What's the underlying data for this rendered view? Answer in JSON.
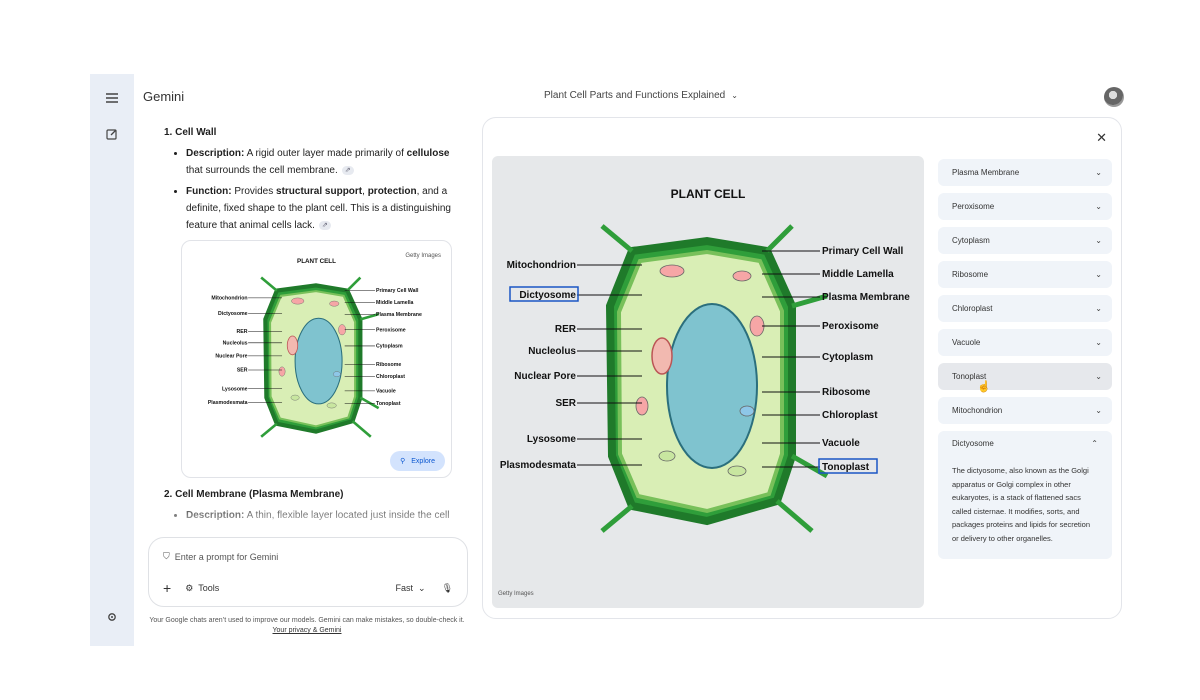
{
  "app": {
    "name": "Gemini"
  },
  "chat": {
    "title": "Plant Cell Parts and Functions Explained"
  },
  "content": {
    "s1_title": "1. Cell Wall",
    "s1_desc_label": "Description:",
    "s1_desc_a": " A rigid outer layer made primarily of ",
    "s1_desc_b": "cellulose",
    "s1_desc_c": " that surrounds the cell membrane.",
    "s1_func_label": "Function:",
    "s1_func_a": " Provides ",
    "s1_func_b": "structural support",
    "s1_func_c": ", ",
    "s1_func_d": "protection",
    "s1_func_e": ", and a definite, fixed shape to the plant cell. This is a distinguishing feature that animal cells lack.",
    "s2_title": "2. Cell Membrane (Plasma Membrane)",
    "s2_desc_label": "Description:",
    "s2_desc_a": " A thin, flexible layer located just inside the cell"
  },
  "image": {
    "title": "PLANT CELL",
    "credit": "Getty Images",
    "explore_label": "Explore",
    "labels_left": [
      "Mitochondrion",
      "Dictyosome",
      "RER",
      "Nucleolus",
      "Nuclear Pore",
      "SER",
      "Lysosome",
      "Plasmodesmata"
    ],
    "labels_right": [
      "Primary Cell Wall",
      "Middle Lamella",
      "Plasma Membrane",
      "Peroxisome",
      "Cytoplasm",
      "Ribosome",
      "Chloroplast",
      "Vacuole",
      "Tonoplast"
    ]
  },
  "prompt": {
    "placeholder": "Enter a prompt for Gemini",
    "tools_label": "Tools",
    "mode_label": "Fast"
  },
  "disclaimer": {
    "text": "Your Google chats aren’t used to improve our models. Gemini can make mistakes, so double-check it. ",
    "link": "Your privacy & Gemini"
  },
  "panel": {
    "items": [
      "Plasma Membrane",
      "Peroxisome",
      "Cytoplasm",
      "Ribosome",
      "Chloroplast",
      "Vacuole",
      "Tonoplast",
      "Mitochondrion"
    ],
    "expanded": {
      "title": "Dictyosome",
      "body": "The dictyosome, also known as the Golgi apparatus or Golgi complex in other eukaryotes, is a stack of flattened sacs called cisternae. It modifies, sorts, and packages proteins and lipids for secretion or delivery to other organelles."
    }
  },
  "colors": {
    "accent": "#0b57d0",
    "rail": "#e9eef6",
    "highlight_box": "#1a56c4"
  }
}
